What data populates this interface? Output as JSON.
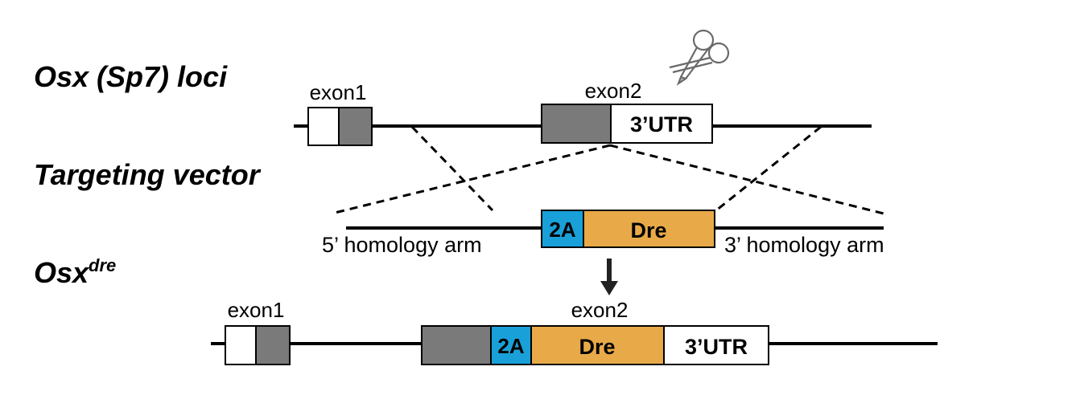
{
  "rows": {
    "loci_title": "Osx (Sp7) loci",
    "vector_title": "Targeting vector",
    "result_title_base": "Osx",
    "result_title_sup": "dre"
  },
  "labels": {
    "exon1_top": "exon1",
    "exon2_top": "exon2",
    "utr_top": "3’UTR",
    "cassette_2a": "2A",
    "cassette_dre": "Dre",
    "arm_5": "5’ homology arm",
    "arm_3": "3’ homology arm",
    "exon1_bottom": "exon1",
    "exon2_bottom": "exon2",
    "utr_bottom": "3’UTR",
    "bottom_2a": "2A",
    "bottom_dre": "Dre"
  },
  "colors": {
    "exon_gray": "#7a7a7a",
    "element_2a": "#1aa0d8",
    "dre": "#e8aa48",
    "line": "#000000"
  },
  "icons": {
    "cut_site": "scissors-icon",
    "arrow": "arrow-down-icon"
  }
}
